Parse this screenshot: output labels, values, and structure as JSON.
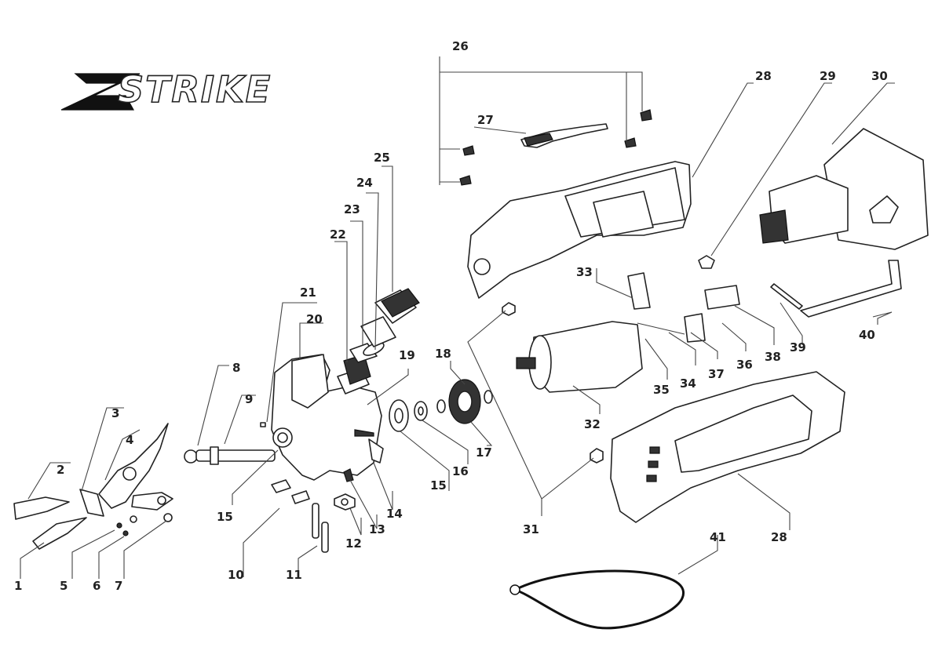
{
  "brand": {
    "logo_text": "STRIKE"
  },
  "callouts": [
    "1",
    "2",
    "3",
    "4",
    "5",
    "6",
    "7",
    "8",
    "9",
    "10",
    "11",
    "12",
    "13",
    "14",
    "15",
    "15",
    "15",
    "16",
    "17",
    "18",
    "19",
    "20",
    "21",
    "22",
    "23",
    "24",
    "25",
    "26",
    "27",
    "28",
    "28",
    "29",
    "30",
    "31",
    "32",
    "33",
    "34",
    "35",
    "36",
    "37",
    "38",
    "39",
    "40",
    "41"
  ],
  "colors": {
    "line": "#222222",
    "background": "#ffffff"
  }
}
